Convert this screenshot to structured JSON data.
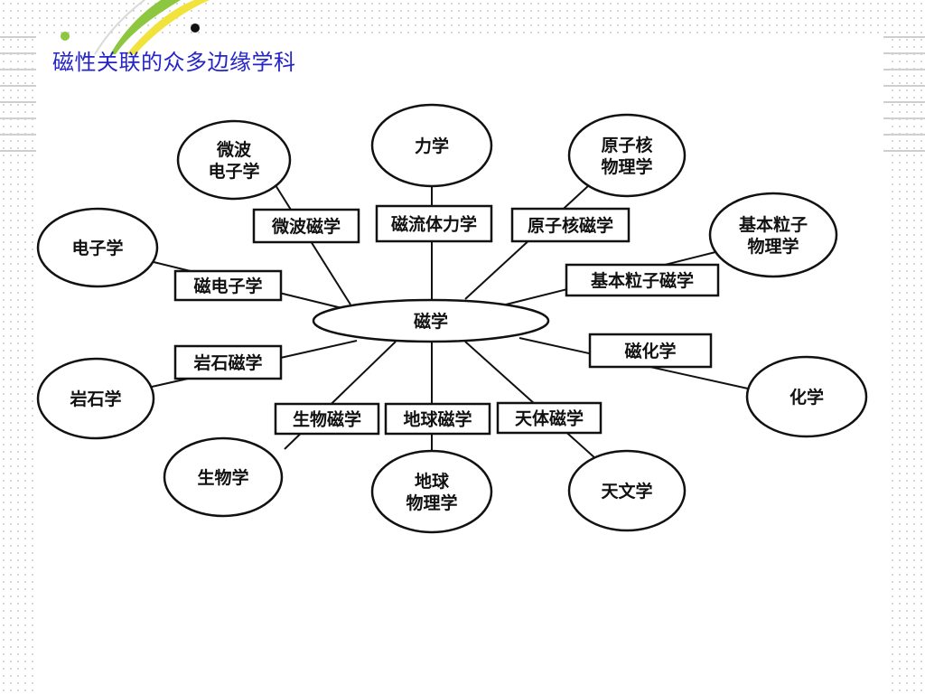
{
  "slide": {
    "title": "磁性关联的众多边缘学科"
  },
  "diagram": {
    "center": "磁学",
    "nodes": [
      {
        "id": "microwave",
        "lines": [
          "微波",
          "电子学"
        ],
        "link": "微波磁学"
      },
      {
        "id": "mechanics",
        "lines": [
          "力学"
        ],
        "link": "磁流体力学"
      },
      {
        "id": "nuclear",
        "lines": [
          "原子核",
          "物理学"
        ],
        "link": "原子核磁学"
      },
      {
        "id": "particle",
        "lines": [
          "基本粒子",
          "物理学"
        ],
        "link": "基本粒子磁学"
      },
      {
        "id": "electronics",
        "lines": [
          "电子学"
        ],
        "link": "磁电子学"
      },
      {
        "id": "chemistry",
        "lines": [
          "化学"
        ],
        "link": "磁化学"
      },
      {
        "id": "petrology",
        "lines": [
          "岩石学"
        ],
        "link": "岩石磁学"
      },
      {
        "id": "biology",
        "lines": [
          "生物学"
        ],
        "link": "生物磁学"
      },
      {
        "id": "geophysics",
        "lines": [
          "地球",
          "物理学"
        ],
        "link": "地球磁学"
      },
      {
        "id": "astronomy",
        "lines": [
          "天文学"
        ],
        "link": "天体磁学"
      }
    ]
  },
  "colors": {
    "title": "#2424c8",
    "ink": "#111111",
    "accent_green": "#8dc63f",
    "accent_yellow": "#f2e33c"
  }
}
